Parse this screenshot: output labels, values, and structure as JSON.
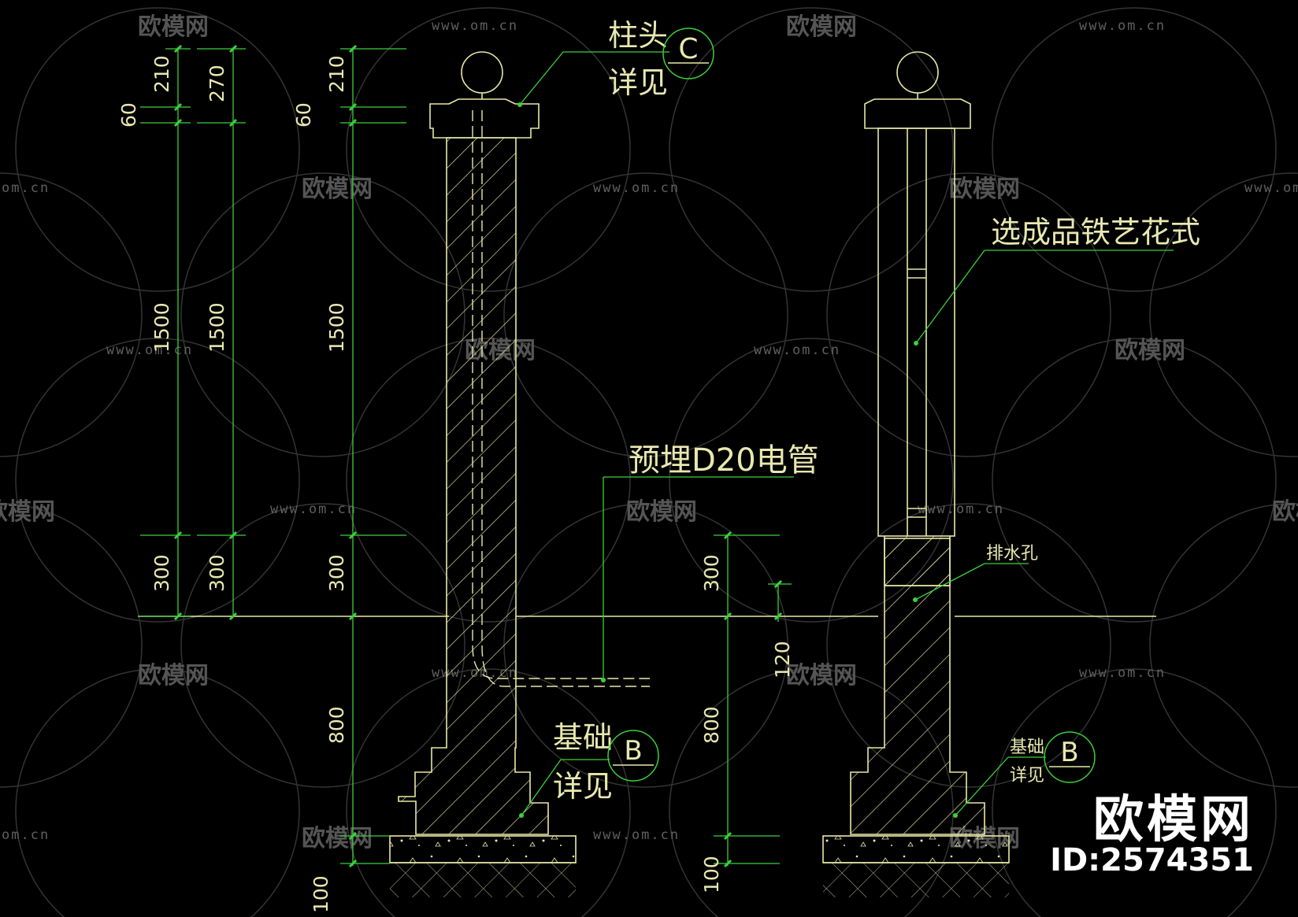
{
  "watermark": {
    "site": "www.om.cn",
    "site_short": "om.cn",
    "brand": "欧模网"
  },
  "dimensions": {
    "left_outer": [
      "210",
      "60",
      "1500",
      "300"
    ],
    "left_middle": [
      "270",
      "1500",
      "300"
    ],
    "left_inner": [
      "210",
      "60",
      "1500",
      "300",
      "800",
      "100"
    ],
    "right": [
      "300",
      "120",
      "800",
      "100"
    ]
  },
  "callouts": {
    "cap_detail": {
      "line1": "柱头",
      "line2": "详见",
      "symbol": "C"
    },
    "conduit": "预埋D20电管",
    "foundation_left": {
      "line1": "基础",
      "line2": "详见",
      "symbol": "B"
    },
    "ironwork": "选成品铁艺花式",
    "drain_hole": "排水孔",
    "foundation_right": {
      "line1": "基础",
      "line2": "详见",
      "symbol": "B"
    }
  },
  "branding": {
    "name": "欧模网",
    "id": "ID:2574351"
  },
  "colors": {
    "background": "#000000",
    "outline": "#e8e8a8",
    "dimension": "#3ccf3c",
    "watermark": "#5f5f5f"
  }
}
